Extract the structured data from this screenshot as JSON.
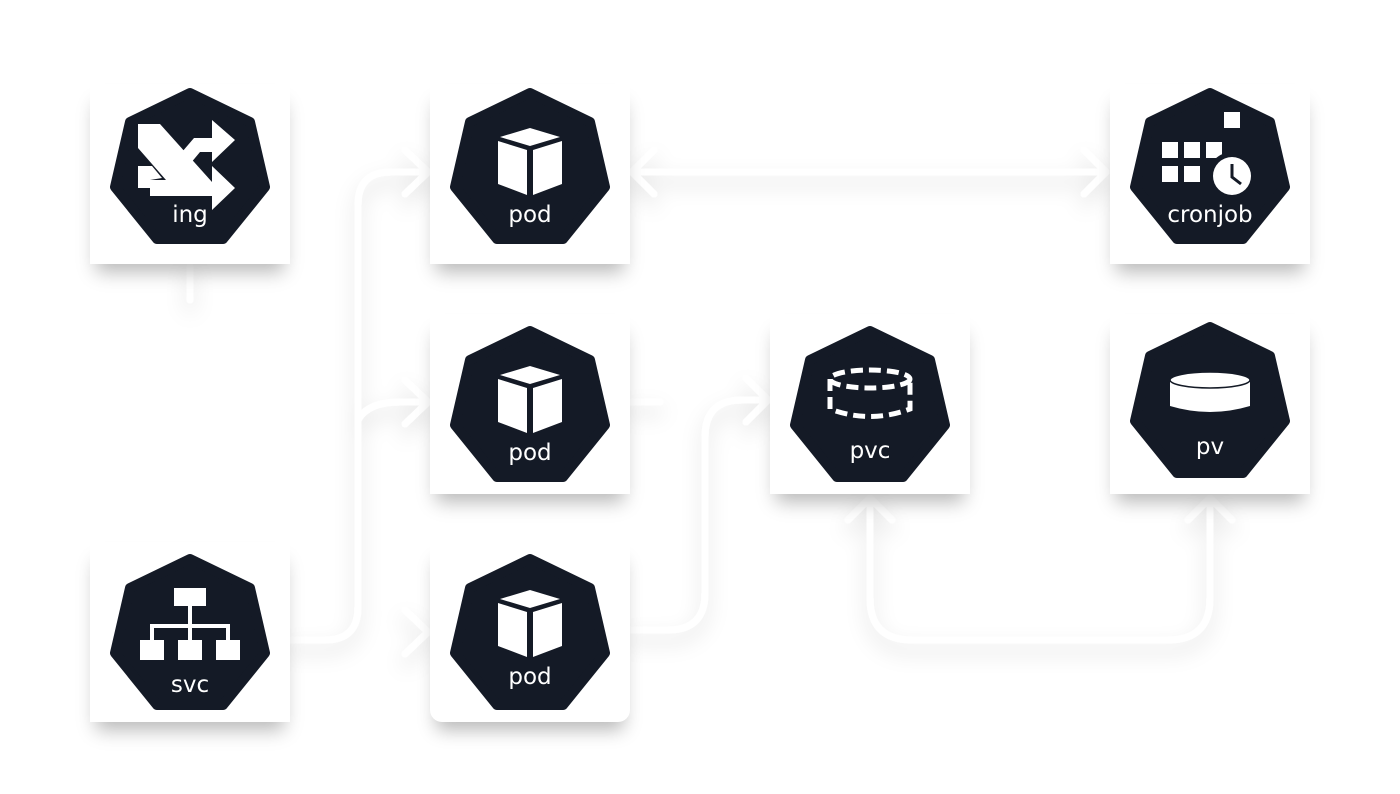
{
  "diagram": {
    "nodes": [
      {
        "id": "ing",
        "label": "ing",
        "icon": "ingress-icon"
      },
      {
        "id": "pod1",
        "label": "pod",
        "icon": "pod-cube-icon"
      },
      {
        "id": "cronjob",
        "label": "cronjob",
        "icon": "cronjob-icon"
      },
      {
        "id": "pod2",
        "label": "pod",
        "icon": "pod-cube-icon"
      },
      {
        "id": "pvc",
        "label": "pvc",
        "icon": "pvc-icon"
      },
      {
        "id": "pv",
        "label": "pv",
        "icon": "pv-icon"
      },
      {
        "id": "svc",
        "label": "svc",
        "icon": "service-icon"
      },
      {
        "id": "pod3",
        "label": "pod",
        "icon": "pod-cube-icon"
      }
    ],
    "edges": [
      {
        "from": "ing",
        "to": "svc"
      },
      {
        "from": "svc",
        "to": "pod1"
      },
      {
        "from": "svc",
        "to": "pod2"
      },
      {
        "from": "svc",
        "to": "pod3"
      },
      {
        "from": "cronjob",
        "to": "pod1"
      },
      {
        "from": "pod1",
        "to": "cronjob"
      },
      {
        "from": "pod2",
        "to": "pvc"
      },
      {
        "from": "pod3",
        "to": "pvc"
      },
      {
        "from": "pv",
        "to": "pvc"
      },
      {
        "from": "pvc",
        "to": "pv"
      }
    ],
    "colors": {
      "hex": "#141a26",
      "edge": "#ffffff",
      "card": "#ffffff"
    }
  }
}
